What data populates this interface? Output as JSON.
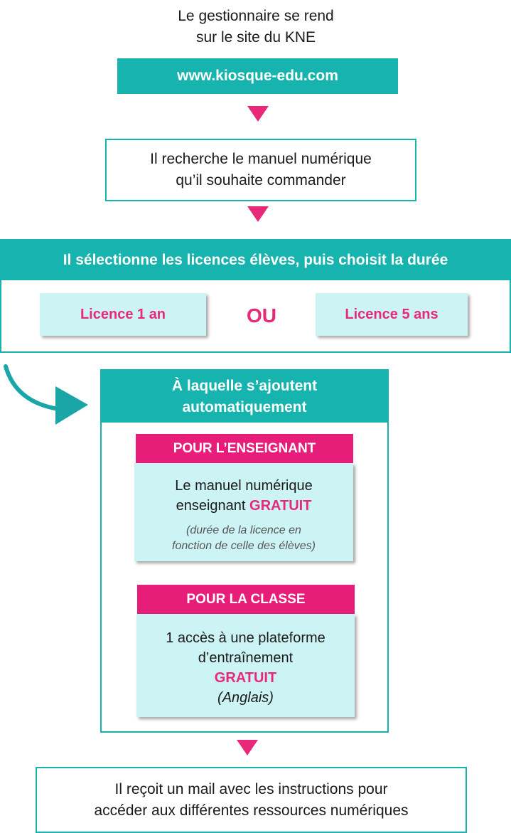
{
  "colors": {
    "teal": "#17b3ae",
    "pink": "#e8297a",
    "light_teal": "#cdf4f4",
    "white": "#ffffff"
  },
  "icons": {
    "down_arrow": "down-triangle-icon",
    "curved_arrow": "curved-arrow-icon"
  },
  "steps": {
    "intro": {
      "line1": "Le gestionnaire se rend",
      "line2": "sur le site du KNE"
    },
    "site": {
      "label": "www.kiosque-edu.com"
    },
    "search": {
      "line1": "Il recherche le manuel numérique",
      "line2": "qu’il souhaite commander"
    },
    "licence": {
      "header": "Il sélectionne les licences élèves, puis choisit la durée",
      "option1": "Licence 1 an",
      "or": "OU",
      "option2": "Licence 5 ans"
    },
    "auto": {
      "header_line1": "À laquelle s’ajoutent",
      "header_line2": "automatiquement",
      "teacher": {
        "title": "POUR L’ENSEIGNANT",
        "line1": "Le manuel numérique",
        "line2_prefix": "enseignant",
        "gratuit": "GRATUIT",
        "note_line1": "(durée de la licence en",
        "note_line2": "fonction de celle des élèves)"
      },
      "classroom": {
        "title": "POUR LA CLASSE",
        "line1": "1 accès à une plateforme",
        "line2": "d’entraînement",
        "gratuit": "GRATUIT",
        "note": "(Anglais)"
      }
    },
    "mail": {
      "line1": "Il reçoit un mail avec les instructions pour",
      "line2": "accéder aux différentes ressources numériques"
    }
  }
}
